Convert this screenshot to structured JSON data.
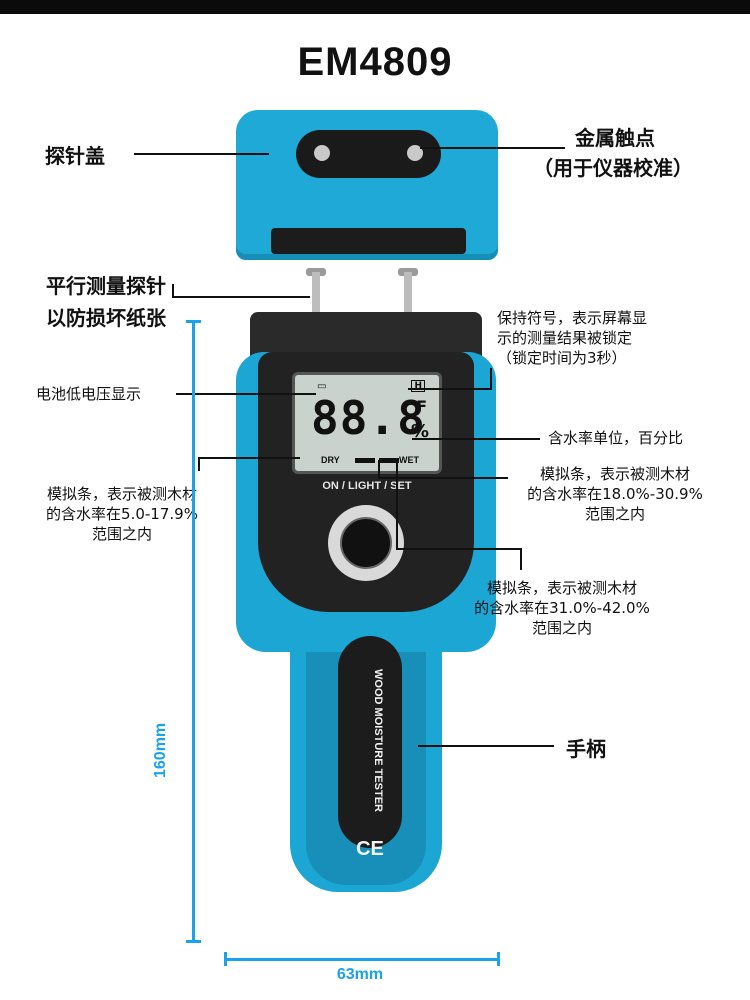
{
  "title": "EM4809",
  "colors": {
    "device_blue": "#1ba6d4",
    "dimension_blue": "#1aa3e8",
    "dark_panel": "#222222"
  },
  "labels": {
    "probe_cap": "探针盖",
    "metal_contacts_line1": "金属触点",
    "metal_contacts_line2": "（用于仪器校准）",
    "parallel_probes_line1": "平行测量探针",
    "parallel_probes_line2": "以防损坏纸张",
    "hold_symbol_line1": "保持符号，表示屏幕显",
    "hold_symbol_line2": "示的测量结果被锁定",
    "hold_symbol_line3": "（锁定时间为3秒）",
    "low_battery": "电池低电压显示",
    "moisture_unit": "含水率单位，百分比",
    "bar_18_line1": "模拟条，表示被测木材",
    "bar_18_line2": "的含水率在18.0%-30.9%",
    "bar_18_line3": "范围之内",
    "bar_5_line1": "模拟条，表示被测木材",
    "bar_5_line2": "的含水率在5.0-17.9%",
    "bar_5_line3": "范围之内",
    "bar_31_line1": "模拟条，表示被测木材",
    "bar_31_line2": "的含水率在31.0%-42.0%",
    "bar_31_line3": "范围之内",
    "handle": "手柄"
  },
  "device": {
    "lcd_digits": "88.8",
    "lcd_deg": "°F",
    "lcd_pct": "%",
    "lcd_dry": "DRY",
    "lcd_wet": "WET",
    "lcd_hold": "H",
    "button_label": "ON / LIGHT / SET",
    "plate_text": "WOOD MOISTURE TESTER",
    "ce": "CE"
  },
  "dimensions": {
    "height": "160mm",
    "width": "63mm"
  }
}
